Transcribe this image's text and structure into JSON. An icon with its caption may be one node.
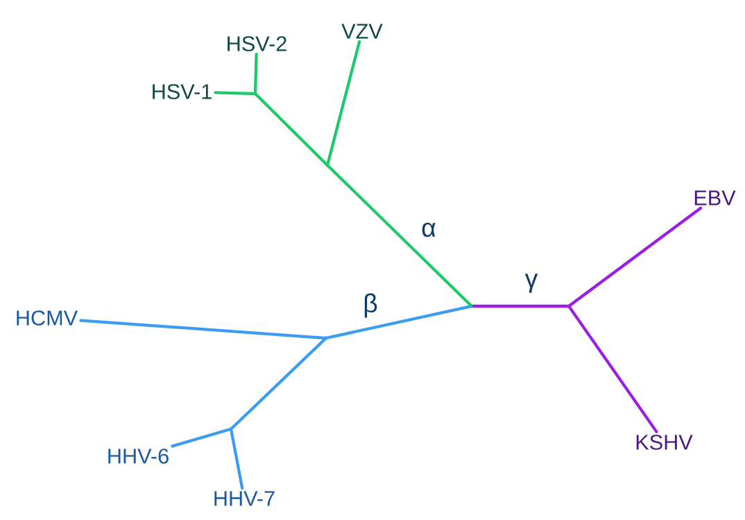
{
  "diagram": {
    "nodes": [
      {
        "text": [
          "HSV-2"
        ]
      },
      {
        "text": [
          "VZV"
        ]
      },
      {
        "text": [
          "HSV-1"
        ]
      },
      {
        "text": [],
        "shape": "point"
      },
      {
        "text": [],
        "shape": "point"
      },
      {
        "text": [
          "EBV"
        ]
      },
      {
        "text": [],
        "shape": "point"
      },
      {
        "text": [],
        "shape": "point"
      },
      {
        "text": [
          "HCMV"
        ]
      },
      {
        "text": [],
        "shape": "point"
      },
      {
        "text": [],
        "shape": "point"
      },
      {
        "text": [
          "HHV-6"
        ]
      },
      {
        "text": [
          "HHV-7"
        ]
      },
      {
        "text": [
          "KSHV"
        ]
      }
    ],
    "edges": [
      {
        "from": 6,
        "to": 4,
        "arrow": "none",
        "label": "α",
        "color": "#1fc86a"
      },
      {
        "from": 4,
        "to": 3,
        "arrow": "none",
        "color": "#1fc86a"
      },
      {
        "from": 3,
        "to": 0,
        "arrow": "none",
        "color": "#1fc86a"
      },
      {
        "from": 3,
        "to": 2,
        "arrow": "none",
        "color": "#1fc86a"
      },
      {
        "from": 4,
        "to": 1,
        "arrow": "none",
        "color": "#1fc86a"
      },
      {
        "from": 6,
        "to": 9,
        "arrow": "none",
        "label": "β",
        "color": "#3c9cf2"
      },
      {
        "from": 9,
        "to": 8,
        "arrow": "none",
        "color": "#3c9cf2"
      },
      {
        "from": 9,
        "to": 10,
        "arrow": "none",
        "color": "#3c9cf2"
      },
      {
        "from": 10,
        "to": 11,
        "arrow": "none",
        "color": "#3c9cf2"
      },
      {
        "from": 10,
        "to": 12,
        "arrow": "none",
        "color": "#3c9cf2"
      },
      {
        "from": 6,
        "to": 7,
        "arrow": "none",
        "label": "γ",
        "color": "#9a1ee6"
      },
      {
        "from": 7,
        "to": 5,
        "arrow": "none",
        "color": "#9a1ee6"
      },
      {
        "from": 7,
        "to": 13,
        "arrow": "none",
        "color": "#9a1ee6"
      }
    ]
  }
}
